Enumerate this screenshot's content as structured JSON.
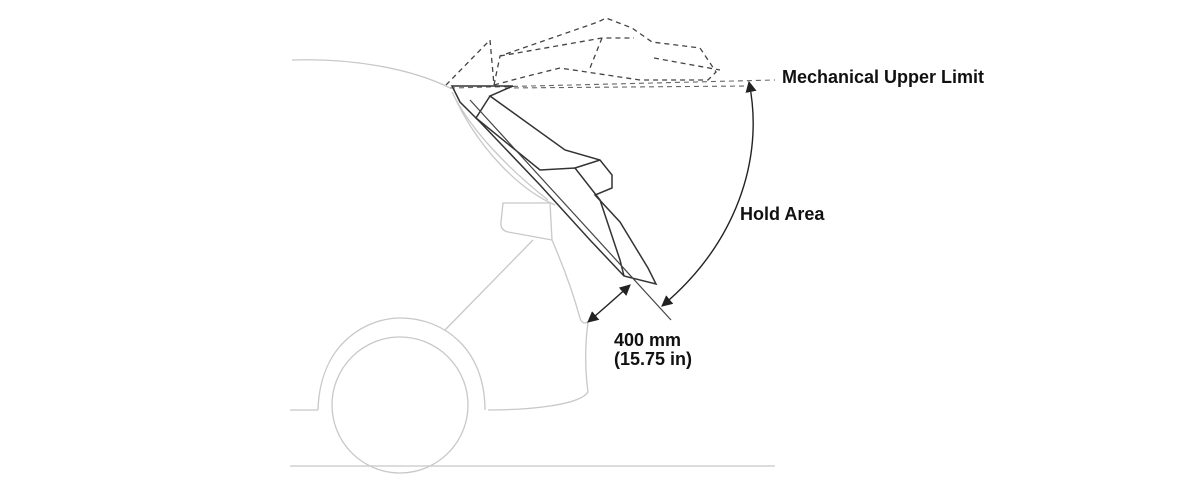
{
  "labels": {
    "mechanical_upper_limit": "Mechanical Upper Limit",
    "hold_area": "Hold Area",
    "dimension_mm": "400 mm",
    "dimension_in": "(15.75 in)"
  },
  "colors": {
    "vehicle_outline": "#c8c8c8",
    "tailgate_stroke": "#333333",
    "dashed_stroke": "#444444",
    "text": "#111111"
  },
  "icons": {
    "arc_arrow": "double-headed-arc-arrow",
    "dimension_arrow": "double-headed-arrow"
  }
}
